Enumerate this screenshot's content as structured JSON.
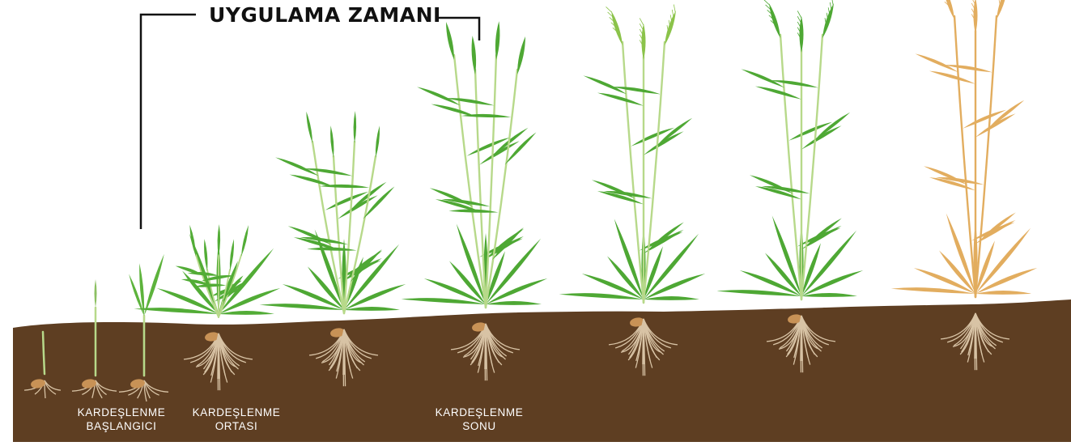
{
  "annotation": {
    "timing_title": "UYGULAMA ZAMANI"
  },
  "stage_labels": [
    {
      "line1": "KARDEŞLENME",
      "line2": "BAŞLANGICI"
    },
    {
      "line1": "KARDEŞLENME",
      "line2": "ORTASI"
    },
    {
      "line1": "KARDEŞLENME",
      "line2": "SONU"
    }
  ],
  "plants": [
    {
      "stage": 1,
      "type": "germination",
      "color": "#a9c98a"
    },
    {
      "stage": 2,
      "type": "single-leaf",
      "color": "#8cc063"
    },
    {
      "stage": 3,
      "type": "seedling",
      "color": "#5db33c"
    },
    {
      "stage": 4,
      "type": "tillering",
      "color": "#52ac36"
    },
    {
      "stage": 5,
      "type": "stem-elongation",
      "color": "#4ea834"
    },
    {
      "stage": 6,
      "type": "booting",
      "color": "#4ea834"
    },
    {
      "stage": 7,
      "type": "heading",
      "color": "#4ea834"
    },
    {
      "stage": 8,
      "type": "flowering",
      "color": "#4ea834"
    },
    {
      "stage": 9,
      "type": "ripening",
      "color": "#e2ad5f"
    }
  ],
  "colors": {
    "soil": "#5e3e22",
    "leaf_green": "#4ea834",
    "leaf_dark": "#2e7d24",
    "stem_light": "#b7d98a",
    "ripe": "#e2ad5f",
    "ripe_dark": "#c98b34",
    "root": "#d8c3a5",
    "seed": "#c89256"
  }
}
